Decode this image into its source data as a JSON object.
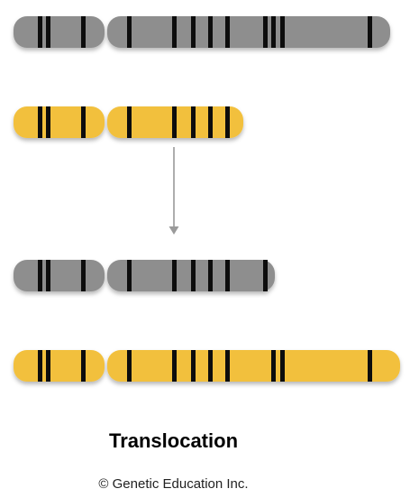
{
  "title": "Translocation",
  "credit": "© Genetic Education Inc.",
  "colors": {
    "grey_chromosome": "#8e8e8e",
    "yellow_chromosome": "#f2c03d",
    "band": "#0a0a0a",
    "arrow": "#9a9a9a"
  },
  "diagram": {
    "before": [
      {
        "name": "grey-chromosome-original",
        "color": "grey_chromosome"
      },
      {
        "name": "yellow-chromosome-original",
        "color": "yellow_chromosome"
      }
    ],
    "arrow_icon": "down-arrow-icon",
    "after": [
      {
        "name": "grey-chromosome-derivative",
        "color": "grey_chromosome"
      },
      {
        "name": "yellow-chromosome-derivative",
        "color": "yellow_chromosome"
      }
    ]
  }
}
